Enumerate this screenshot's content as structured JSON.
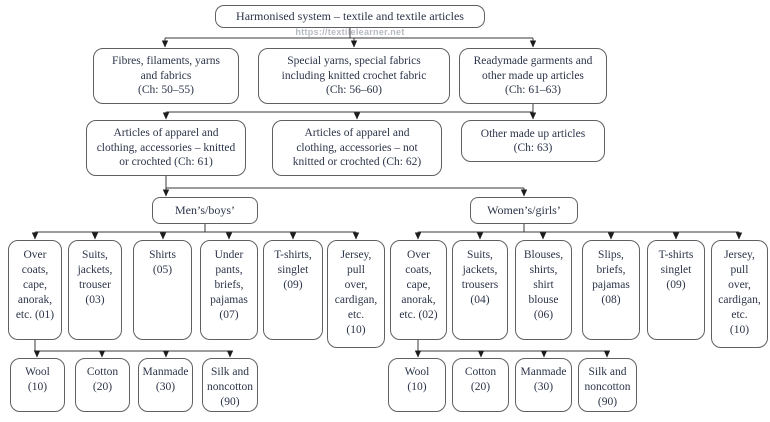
{
  "diagram": {
    "root": {
      "label": "Harmonised system – textile and textile articles"
    },
    "watermark": "https://textilelearner.net",
    "level2": [
      {
        "label": "Fibres, filaments, yarns\nand fabrics\n(Ch: 50–55)"
      },
      {
        "label": "Special yarns, special fabrics\nincluding knitted crochet fabric\n(Ch: 56–60)"
      },
      {
        "label": "Readymade garments and\nother made up articles\n(Ch: 61–63)"
      }
    ],
    "level3": [
      {
        "label": "Articles of apparel and\nclothing, accessories – knitted\nor crochted (Ch: 61)"
      },
      {
        "label": "Articles of apparel and\nclothing, accessories – not\nknitted or crochted (Ch: 62)"
      },
      {
        "label": "Other made up articles\n(Ch: 63)"
      }
    ],
    "gender": [
      {
        "label": "Men’s/boys’"
      },
      {
        "label": "Women’s/girls’"
      }
    ],
    "mens_categories": [
      {
        "label": "Over\ncoats,\ncape,\nanorak,\netc. (01)"
      },
      {
        "label": "Suits,\njackets,\ntrouser\n(03)"
      },
      {
        "label": "Shirts\n(05)"
      },
      {
        "label": "Under\npants,\nbriefs,\npajamas\n(07)"
      },
      {
        "label": "T-shirts,\nsinglet\n(09)"
      },
      {
        "label": "Jersey,\npull\nover,\ncardigan,\netc.\n(10)"
      }
    ],
    "womens_categories": [
      {
        "label": "Over\ncoats,\ncape,\nanorak,\netc. (02)"
      },
      {
        "label": "Suits,\njackets,\ntrousers\n(04)"
      },
      {
        "label": "Blouses,\nshirts,\nshirt\nblouse\n(06)"
      },
      {
        "label": "Slips,\nbriefs,\npajamas\n(08)"
      },
      {
        "label": "T-shirts\nsinglet\n(09)"
      },
      {
        "label": "Jersey,\npull\nover,\ncardigan,\netc.\n(10)"
      }
    ],
    "mens_fibres": [
      {
        "label": "Wool\n(10)"
      },
      {
        "label": "Cotton\n(20)"
      },
      {
        "label": "Manmade\n(30)"
      },
      {
        "label": "Silk and\nnoncotton\n(90)"
      }
    ],
    "womens_fibres": [
      {
        "label": "Wool\n(10)"
      },
      {
        "label": "Cotton\n(20)"
      },
      {
        "label": "Manmade\n(30)"
      },
      {
        "label": "Silk and\nnoncotton\n(90)"
      }
    ],
    "colors": {
      "text": "#2b3448",
      "border": "#606060",
      "line": "#3a3a3a",
      "watermark": "#b6bac2"
    }
  }
}
